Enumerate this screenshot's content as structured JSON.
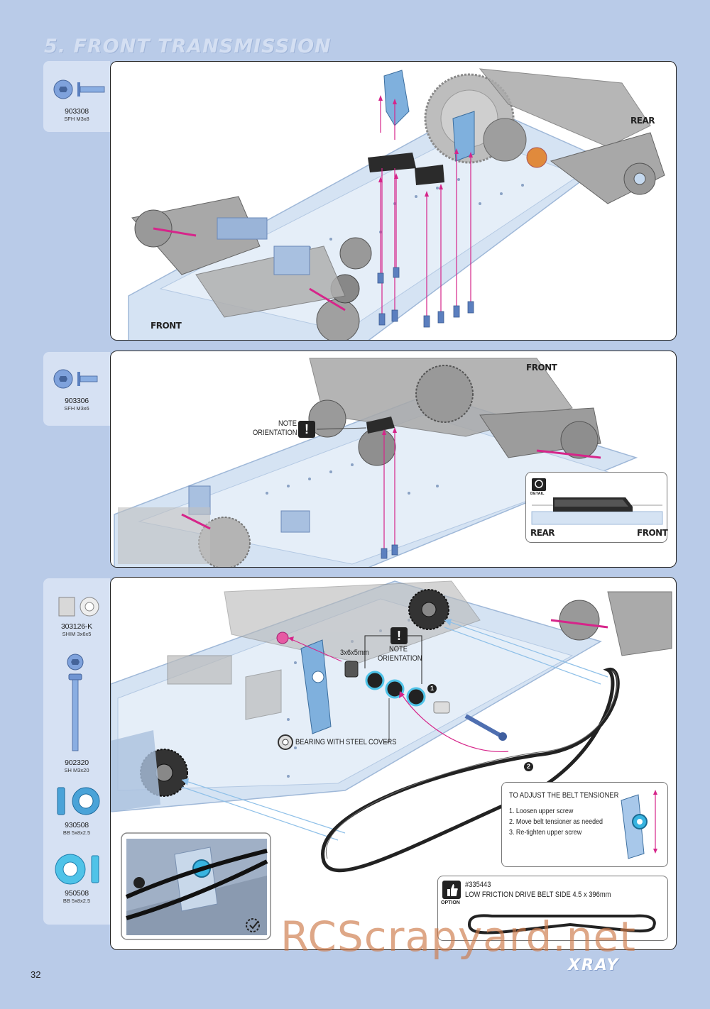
{
  "page": {
    "title": "5. FRONT TRANSMISSION",
    "page_number": "32",
    "brand": "XRAY",
    "watermark": "RCScrapyard.net"
  },
  "colors": {
    "background": "#b9cbe8",
    "parts_panel": "#d6e1f3",
    "part_blue": "#7fa2dc",
    "arrow_magenta": "#d6258a",
    "chassis_blue": "#c5d9ef"
  },
  "step1": {
    "parts": [
      {
        "code": "903308",
        "desc": "SFH M3x8",
        "icon": "flat-head-screw-icon"
      }
    ],
    "labels": {
      "rear": "REAR",
      "front": "FRONT"
    }
  },
  "step2": {
    "parts": [
      {
        "code": "903306",
        "desc": "SFH M3x6",
        "icon": "flat-head-screw-icon"
      }
    ],
    "labels": {
      "front": "FRONT",
      "note": "NOTE",
      "orientation": "ORIENTATION",
      "rear": "REAR",
      "front_detail": "FRONT",
      "detail": "DETAIL"
    }
  },
  "step3": {
    "parts": [
      {
        "code": "303126-K",
        "desc": "SHIM 3x6x5",
        "icon": "shim-icon"
      },
      {
        "code": "902320",
        "desc": "SH M3x20",
        "icon": "hex-screw-icon"
      },
      {
        "code": "930508",
        "desc": "BB 5x8x2.5",
        "icon": "ball-bearing-icon"
      },
      {
        "code": "950508",
        "desc": "BB 5x8x2.5",
        "icon": "ball-bearing-icon"
      }
    ],
    "labels": {
      "shim": "3x6x5mm",
      "note": "NOTE",
      "orientation": "ORIENTATION",
      "bearing": "BEARING WITH STEEL COVERS",
      "step_one": "1",
      "step_two": "2"
    },
    "tensioner": {
      "title": "TO ADJUST THE BELT TENSIONER",
      "steps": [
        "1. Loosen upper screw",
        "2. Move belt tensioner as needed",
        "3. Re-tighten upper screw"
      ]
    },
    "option": {
      "badge": "OPTION",
      "part_number": "#335443",
      "description": "LOW FRICTION DRIVE BELT SIDE 4.5 x 396mm"
    }
  }
}
